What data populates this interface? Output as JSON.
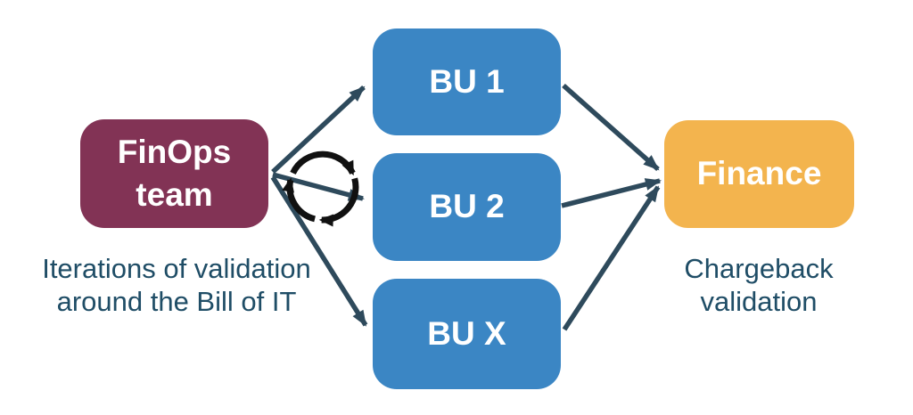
{
  "nodes": {
    "finops": {
      "line1": "FinOps",
      "line2": "team"
    },
    "bu1": {
      "label": "BU 1"
    },
    "bu2": {
      "label": "BU 2"
    },
    "bux": {
      "label": "BU X"
    },
    "finance": {
      "label": "Finance"
    }
  },
  "captions": {
    "finops": {
      "line1": "Iterations of validation",
      "line2": "around the Bill of IT"
    },
    "finance": {
      "line1": "Chargeback",
      "line2": "validation"
    }
  },
  "edges": [
    {
      "from": "finops",
      "to": "bu1"
    },
    {
      "from": "finops",
      "to": "bu2"
    },
    {
      "from": "finops",
      "to": "bux"
    },
    {
      "from": "bu1",
      "to": "finance"
    },
    {
      "from": "bu2",
      "to": "finance"
    },
    {
      "from": "bux",
      "to": "finance"
    }
  ],
  "icons": {
    "cycle": "cycle-arrows-icon"
  },
  "colors": {
    "finops-box": "#823355",
    "bu-box": "#3B86C4",
    "finance-box": "#F3B44E",
    "arrow": "#2E4A5C",
    "caption-text": "#1F4D66",
    "node-text": "#FFFFFF",
    "cycle-icon": "#111111",
    "background": "#FFFFFF"
  }
}
